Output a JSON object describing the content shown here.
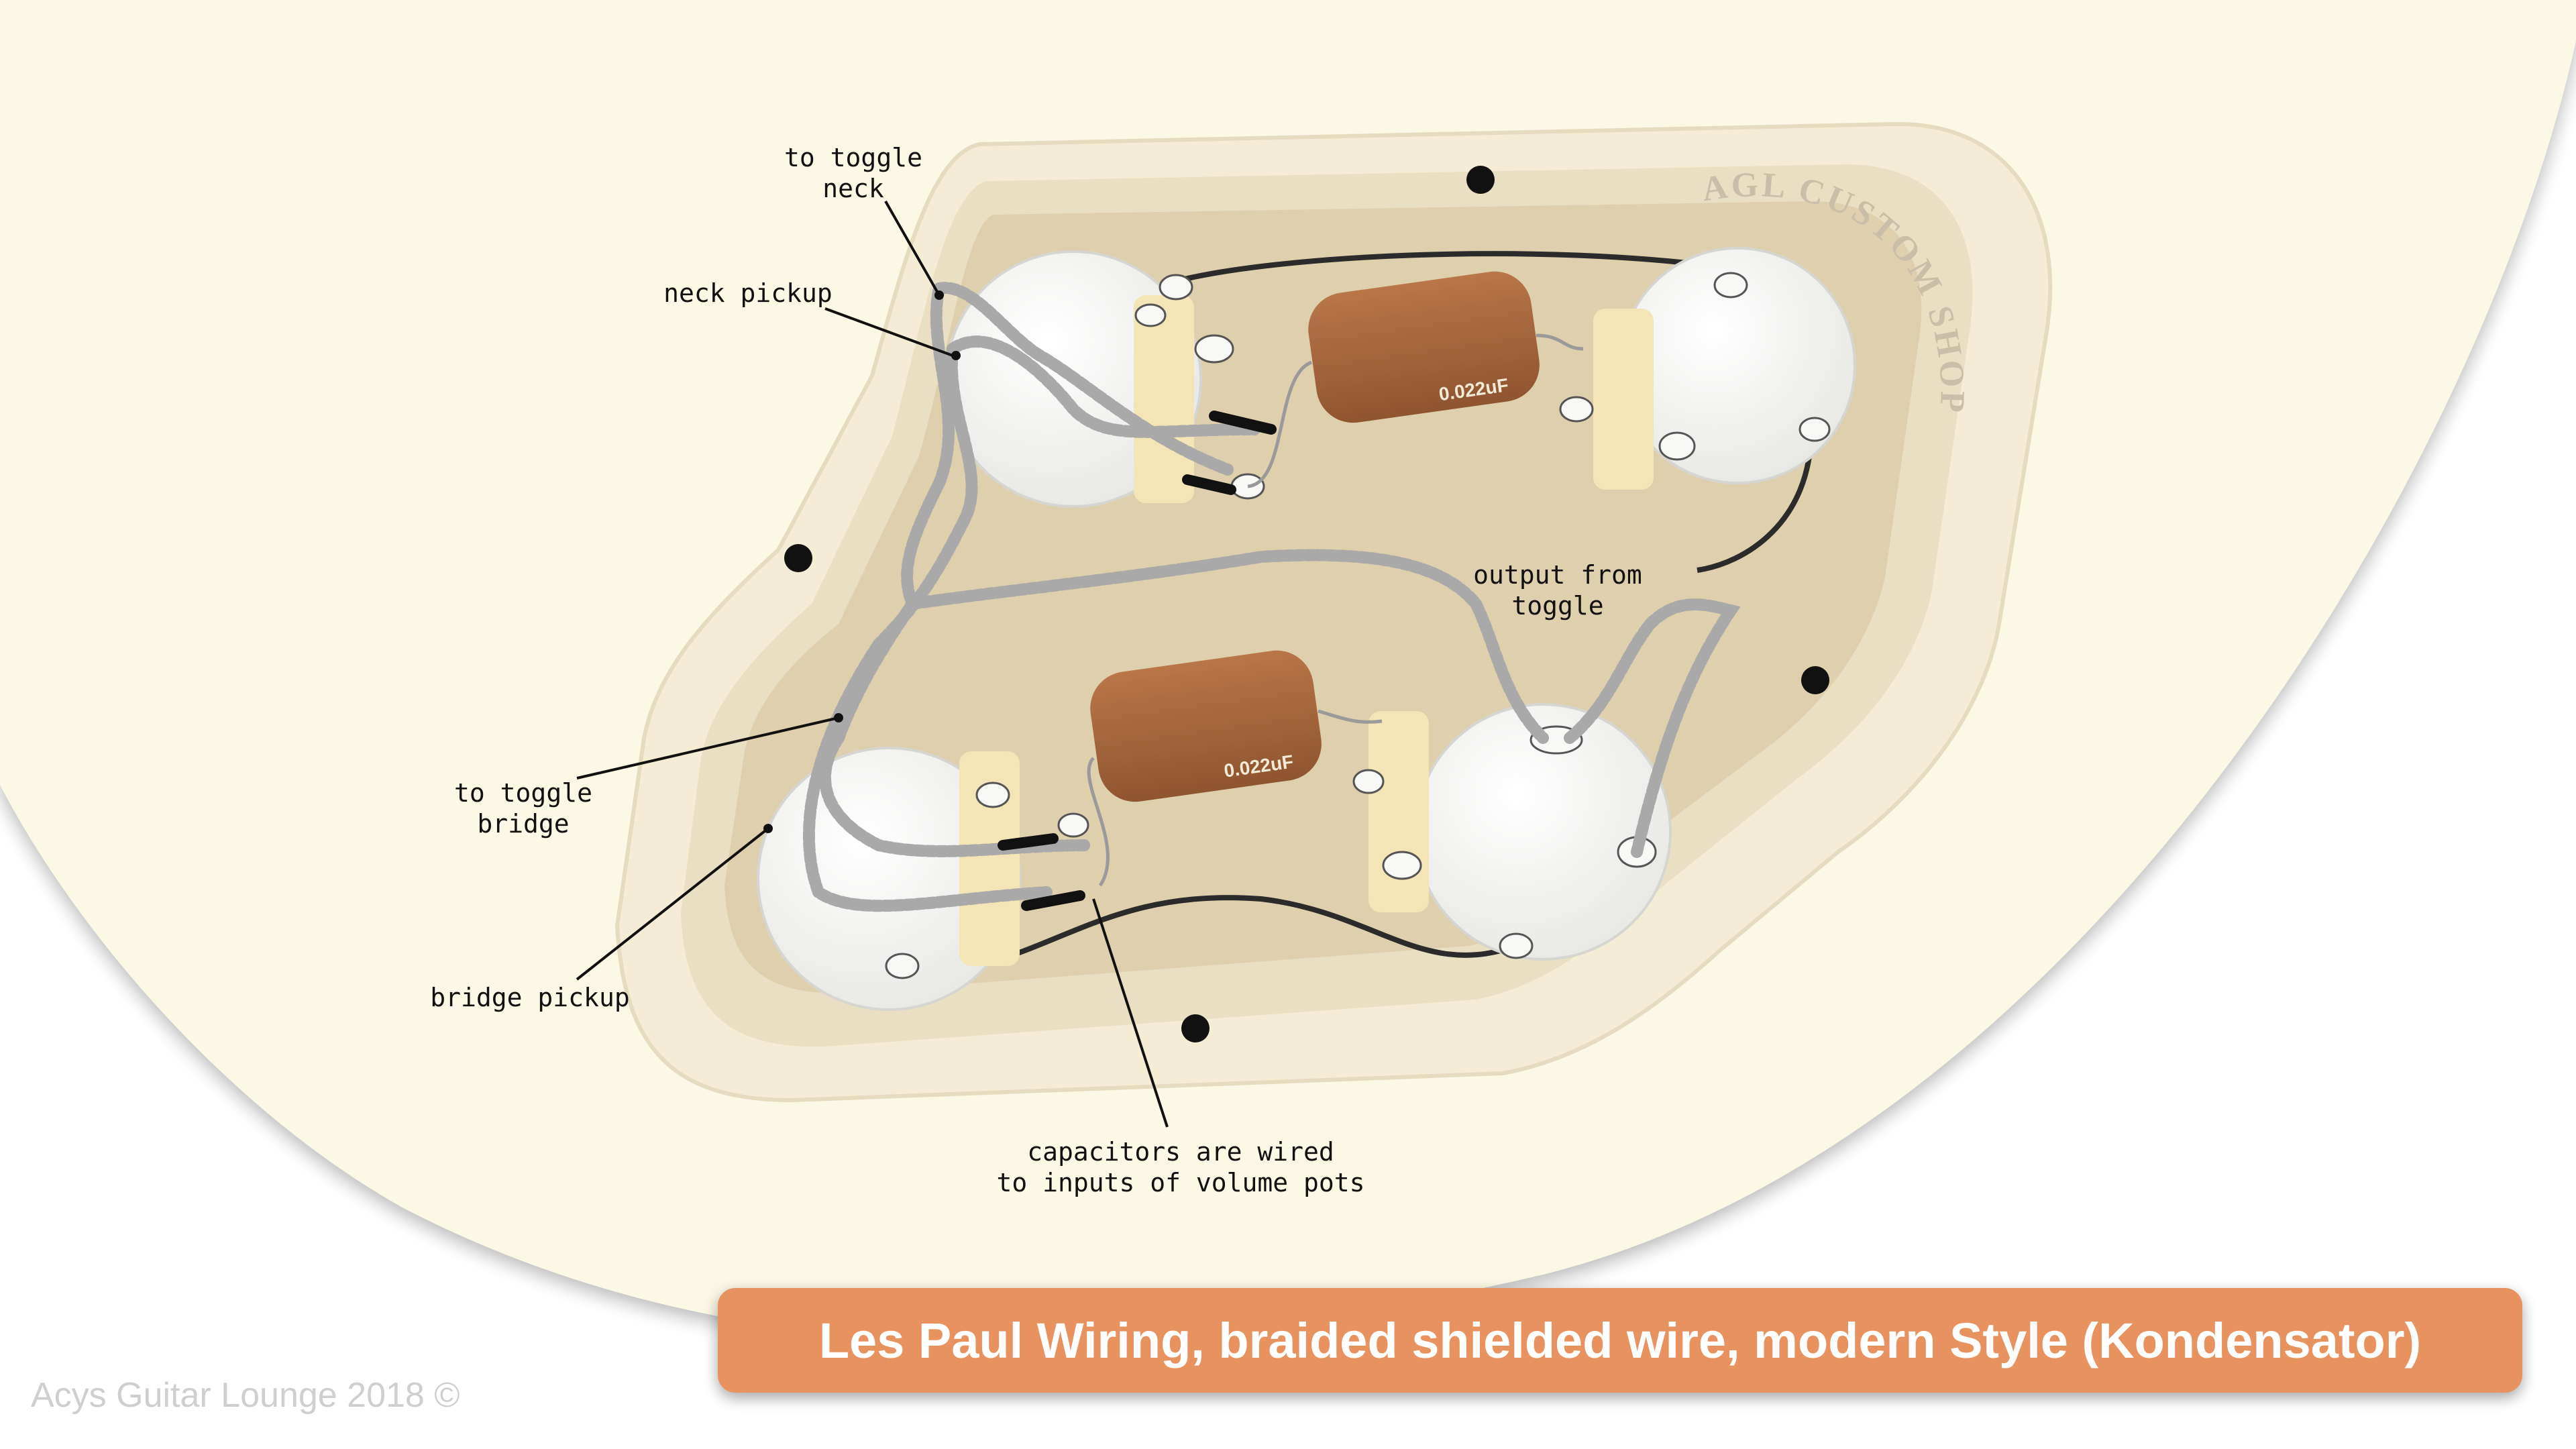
{
  "title": "Les Paul Wiring, braided shielded wire, modern Style (Kondensator)",
  "credit": "Acys Guitar Lounge 2018 ©",
  "engraving": "AGL CUSTOM SHOP",
  "capacitor_value": "0.022uF",
  "labels": {
    "to_toggle_neck": [
      "to toggle",
      "neck"
    ],
    "neck_pickup": "neck pickup",
    "to_toggle_bridge": [
      "to toggle",
      "bridge"
    ],
    "bridge_pickup": "bridge pickup",
    "output_from_toggle": [
      "output from",
      "toggle"
    ],
    "capacitors_note": [
      "capacitors are wired",
      "to inputs of volume pots"
    ]
  },
  "colors": {
    "body": "#fcf8e6",
    "cavity_rim": "#ece2c8",
    "cavity_floor": "#dfd0ad",
    "pot": "#f6f6f4",
    "capacitor": "#a8683f",
    "banner": "#e8935f"
  }
}
